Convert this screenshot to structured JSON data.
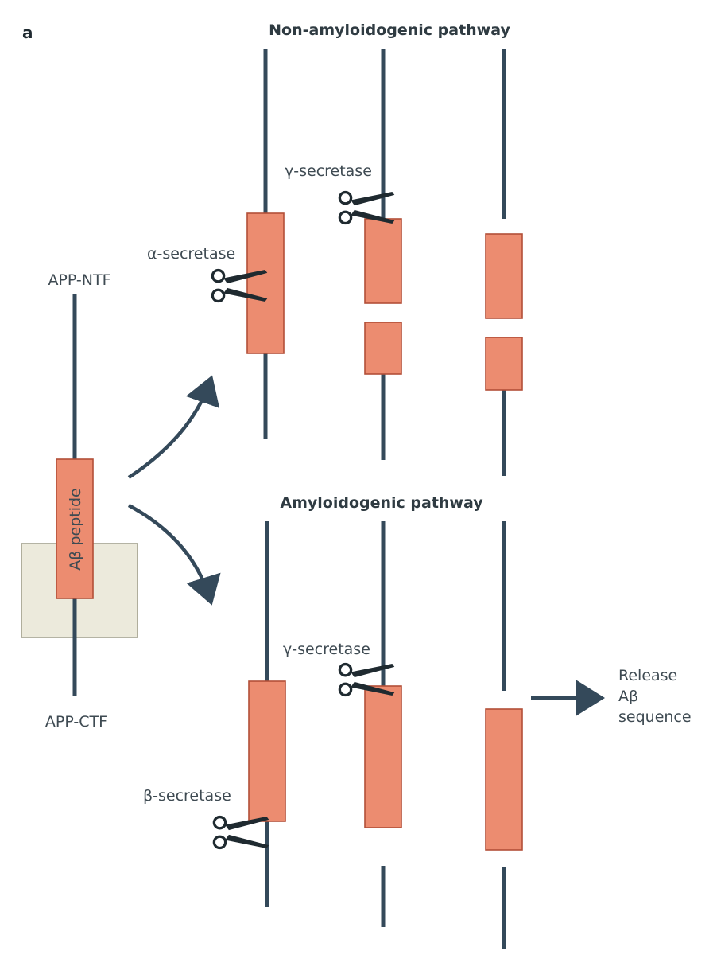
{
  "panel_label": "a",
  "titles": {
    "non_amyloidogenic": "Non-amyloidogenic pathway",
    "amyloidogenic": "Amyloidogenic pathway"
  },
  "app": {
    "ntf_label": "APP-NTF",
    "ctf_label": "APP-CTF",
    "peptide_label": "Aβ peptide"
  },
  "enzymes": {
    "alpha": "α-secretase",
    "gamma_top": "γ-secretase",
    "gamma_bottom": "γ-secretase",
    "beta": "β-secretase"
  },
  "release": {
    "line1": "Release",
    "line2": "Aβ",
    "line3": "sequence"
  },
  "colors": {
    "fragment_fill": "#ec8c70",
    "fragment_border": "#b24f38",
    "strand": "#34495a",
    "membrane": "#eceadc"
  }
}
